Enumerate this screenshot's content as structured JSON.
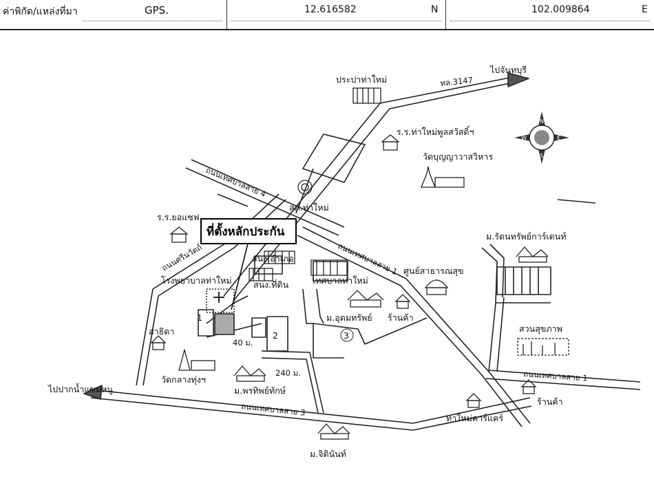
{
  "coordinates": {
    "label": "ค่าพิกัด/แหล่งที่มา",
    "source": "GPS.",
    "latitude": "12.616582",
    "lat_dir": "N",
    "longitude": "102.009864",
    "lon_dir": "E"
  },
  "map": {
    "title_box": "ที่ตั้งหลักประกัน",
    "directions": {
      "to_chanthaburi": "ไปจันทบุรี",
      "to_paknam": "ไปปากน้ำแขมหนู"
    },
    "roads": {
      "hwy": "ทล.3147",
      "road4": "ถนนเทศบาลสาย 4",
      "road1": "ถนนเทศบาลสาย 1",
      "road1b": "ถนนเทศบาลสาย 1",
      "road3": "ถนนเทศบาลสาย 3",
      "sriwattana": "ถนนศรีนวัตถ์"
    },
    "places": {
      "waterworks": "ประปาท่าใหม่",
      "school_poon": "ร.ร.ท่าใหม่พูลสวัสดิ์ฯ",
      "temple_boon": "วัดบุญญาวาสวิหาร",
      "police": "สภ.ท่าใหม่",
      "school_joseph": "ร.ร.ยอแซฟ",
      "district": "สนง.อำเภอ",
      "land_office": "สนง.ที่ดิน",
      "hospital": "โรงพยาบาลท่าใหม่",
      "municipality": "เทศบาลท่าใหม่",
      "health_center": "ศูนย์สาธารณสุข",
      "village_udom": "ม.อุดมทรัพย์",
      "shop1": "ร้านค้า",
      "village_rattana": "ม.รัตนทรัพย์การ์เดนท์",
      "park": "สวนสุขภาพ",
      "shop2": "ร้านค้า",
      "care": "ท่าใหม่คาร์แคร์",
      "village_jitti": "ม.จิตินันท์",
      "village_pornthip": "ม.พรทิพย์ทักษ์",
      "temple_klang": "วัดกลางทุ่งฯ",
      "church": "สาธิตา"
    },
    "distances": {
      "d40": "40 ม.",
      "d240": "240 ม."
    },
    "markers": {
      "m1": "1",
      "m2": "2",
      "m3": "3"
    },
    "compass": {
      "n": "N",
      "s": "S",
      "e": "E",
      "w": "W"
    }
  }
}
